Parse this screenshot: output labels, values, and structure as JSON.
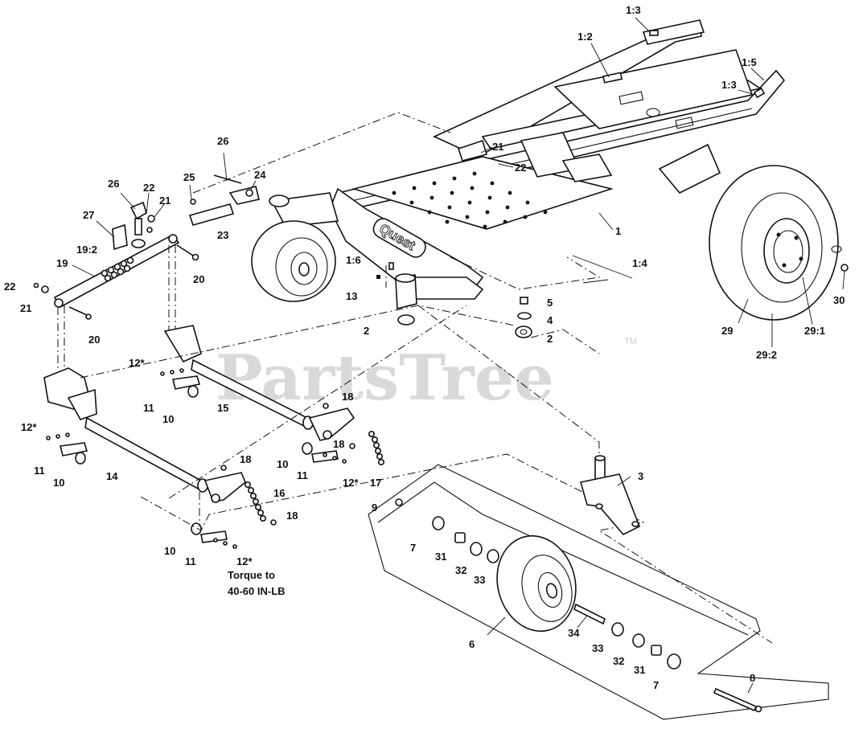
{
  "watermark": {
    "text": "PartsTree",
    "tm": "TM"
  },
  "note": {
    "line1": "Torque to",
    "line2": "40-60 IN-LB"
  },
  "brand_logo": "Quest",
  "callouts": [
    {
      "id": "c1",
      "text": "1:3"
    },
    {
      "id": "c2",
      "text": "1:2"
    },
    {
      "id": "c3",
      "text": "1:5"
    },
    {
      "id": "c4",
      "text": "1:3"
    },
    {
      "id": "c5",
      "text": "21"
    },
    {
      "id": "c6",
      "text": "22"
    },
    {
      "id": "c7",
      "text": "1"
    },
    {
      "id": "c8",
      "text": "26"
    },
    {
      "id": "c9",
      "text": "25"
    },
    {
      "id": "c10",
      "text": "24"
    },
    {
      "id": "c11",
      "text": "23"
    },
    {
      "id": "c12",
      "text": "26"
    },
    {
      "id": "c13",
      "text": "22"
    },
    {
      "id": "c14",
      "text": "21"
    },
    {
      "id": "c15",
      "text": "27"
    },
    {
      "id": "c16",
      "text": "19:2"
    },
    {
      "id": "c17",
      "text": "19"
    },
    {
      "id": "c18",
      "text": "22"
    },
    {
      "id": "c19",
      "text": "21"
    },
    {
      "id": "c20",
      "text": "20"
    },
    {
      "id": "c21",
      "text": "20"
    },
    {
      "id": "c22",
      "text": "1:6"
    },
    {
      "id": "c23",
      "text": "13"
    },
    {
      "id": "c24",
      "text": "1:4"
    },
    {
      "id": "c25",
      "text": "5"
    },
    {
      "id": "c26",
      "text": "4"
    },
    {
      "id": "c27",
      "text": "2"
    },
    {
      "id": "c28",
      "text": "2"
    },
    {
      "id": "c29",
      "text": "30"
    },
    {
      "id": "c30",
      "text": "29"
    },
    {
      "id": "c31",
      "text": "29:2"
    },
    {
      "id": "c32",
      "text": "29:1"
    },
    {
      "id": "c33",
      "text": "12*"
    },
    {
      "id": "c34",
      "text": "11"
    },
    {
      "id": "c35",
      "text": "10"
    },
    {
      "id": "c36",
      "text": "15"
    },
    {
      "id": "c37",
      "text": "18"
    },
    {
      "id": "c38",
      "text": "12*"
    },
    {
      "id": "c39",
      "text": "11"
    },
    {
      "id": "c40",
      "text": "10"
    },
    {
      "id": "c41",
      "text": "14"
    },
    {
      "id": "c42",
      "text": "18"
    },
    {
      "id": "c43",
      "text": "10"
    },
    {
      "id": "c44",
      "text": "11"
    },
    {
      "id": "c45",
      "text": "18"
    },
    {
      "id": "c46",
      "text": "12*"
    },
    {
      "id": "c47",
      "text": "17"
    },
    {
      "id": "c48",
      "text": "16"
    },
    {
      "id": "c49",
      "text": "18"
    },
    {
      "id": "c50",
      "text": "10"
    },
    {
      "id": "c51",
      "text": "11"
    },
    {
      "id": "c52",
      "text": "12*"
    },
    {
      "id": "c53",
      "text": "3"
    },
    {
      "id": "c54",
      "text": "9"
    },
    {
      "id": "c55",
      "text": "7"
    },
    {
      "id": "c56",
      "text": "31"
    },
    {
      "id": "c57",
      "text": "32"
    },
    {
      "id": "c58",
      "text": "33"
    },
    {
      "id": "c59",
      "text": "6"
    },
    {
      "id": "c60",
      "text": "34"
    },
    {
      "id": "c61",
      "text": "33"
    },
    {
      "id": "c62",
      "text": "32"
    },
    {
      "id": "c63",
      "text": "31"
    },
    {
      "id": "c64",
      "text": "7"
    },
    {
      "id": "c65",
      "text": "8"
    }
  ]
}
